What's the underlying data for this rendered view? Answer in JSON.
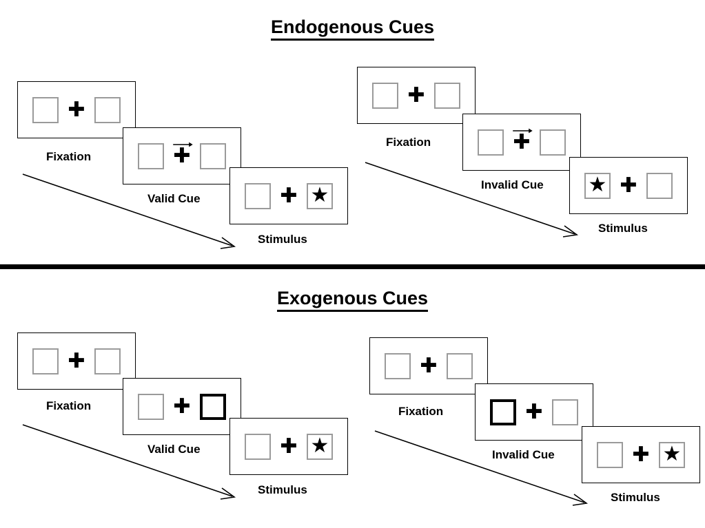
{
  "sections": [
    {
      "title": "Endogenous Cues",
      "columns": [
        {
          "name": "endogenous-valid",
          "screens": [
            {
              "caption": "Fixation",
              "left_box": {
                "state": "normal",
                "content": ""
              },
              "right_box": {
                "state": "normal",
                "content": ""
              },
              "center": {
                "plus": "✚",
                "cue_arrow": "none"
              }
            },
            {
              "caption": "Valid Cue",
              "left_box": {
                "state": "normal",
                "content": ""
              },
              "right_box": {
                "state": "normal",
                "content": ""
              },
              "center": {
                "plus": "✚",
                "cue_arrow": "right"
              }
            },
            {
              "caption": "Stimulus",
              "left_box": {
                "state": "normal",
                "content": ""
              },
              "right_box": {
                "state": "normal",
                "content": "★"
              },
              "center": {
                "plus": "✚",
                "cue_arrow": "none"
              }
            }
          ]
        },
        {
          "name": "endogenous-invalid",
          "screens": [
            {
              "caption": "Fixation",
              "left_box": {
                "state": "normal",
                "content": ""
              },
              "right_box": {
                "state": "normal",
                "content": ""
              },
              "center": {
                "plus": "✚",
                "cue_arrow": "none"
              }
            },
            {
              "caption": "Invalid Cue",
              "left_box": {
                "state": "normal",
                "content": ""
              },
              "right_box": {
                "state": "normal",
                "content": ""
              },
              "center": {
                "plus": "✚",
                "cue_arrow": "right"
              }
            },
            {
              "caption": "Stimulus",
              "left_box": {
                "state": "normal",
                "content": "★"
              },
              "right_box": {
                "state": "normal",
                "content": ""
              },
              "center": {
                "plus": "✚",
                "cue_arrow": "none"
              }
            }
          ]
        }
      ]
    },
    {
      "title": "Exogenous Cues",
      "columns": [
        {
          "name": "exogenous-valid",
          "screens": [
            {
              "caption": "Fixation",
              "left_box": {
                "state": "normal",
                "content": ""
              },
              "right_box": {
                "state": "normal",
                "content": ""
              },
              "center": {
                "plus": "✚",
                "cue_arrow": "none"
              }
            },
            {
              "caption": "Valid Cue",
              "left_box": {
                "state": "normal",
                "content": ""
              },
              "right_box": {
                "state": "cued",
                "content": ""
              },
              "center": {
                "plus": "✚",
                "cue_arrow": "none"
              }
            },
            {
              "caption": "Stimulus",
              "left_box": {
                "state": "normal",
                "content": ""
              },
              "right_box": {
                "state": "normal",
                "content": "★"
              },
              "center": {
                "plus": "✚",
                "cue_arrow": "none"
              }
            }
          ]
        },
        {
          "name": "exogenous-invalid",
          "screens": [
            {
              "caption": "Fixation",
              "left_box": {
                "state": "normal",
                "content": ""
              },
              "right_box": {
                "state": "normal",
                "content": ""
              },
              "center": {
                "plus": "✚",
                "cue_arrow": "none"
              }
            },
            {
              "caption": "Invalid Cue",
              "left_box": {
                "state": "cued",
                "content": ""
              },
              "right_box": {
                "state": "normal",
                "content": ""
              },
              "center": {
                "plus": "✚",
                "cue_arrow": "none"
              }
            },
            {
              "caption": "Stimulus",
              "left_box": {
                "state": "normal",
                "content": ""
              },
              "right_box": {
                "state": "normal",
                "content": "★"
              },
              "center": {
                "plus": "✚",
                "cue_arrow": "none"
              }
            }
          ]
        }
      ]
    }
  ],
  "time_arrows": [
    {
      "name": "time-flow-arrow-endogenous-valid"
    },
    {
      "name": "time-flow-arrow-endogenous-invalid"
    },
    {
      "name": "time-flow-arrow-exogenous-valid"
    },
    {
      "name": "time-flow-arrow-exogenous-invalid"
    }
  ],
  "colors": {
    "box_outline": "#9a9a9a",
    "cued_outline": "#000000",
    "frame_outline": "#000000",
    "text": "#000000",
    "background": "#ffffff"
  }
}
